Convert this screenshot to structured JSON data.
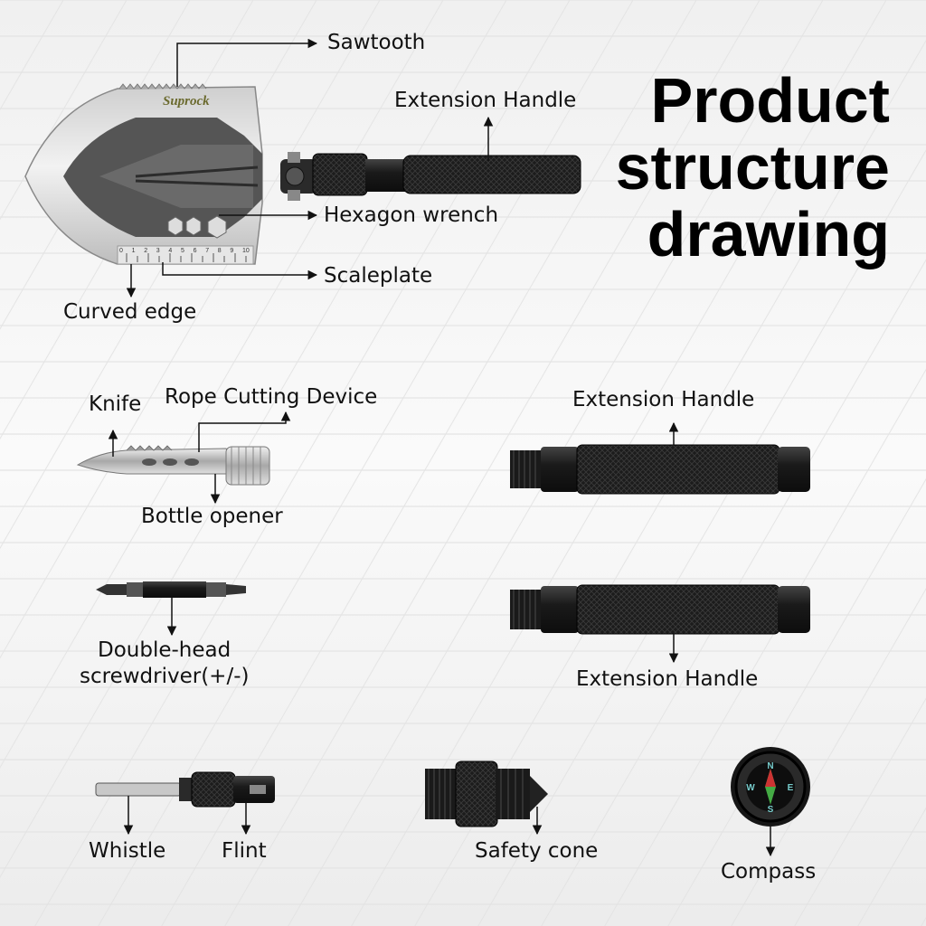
{
  "title": {
    "line1": "Product",
    "line2": "structure",
    "line3": "drawing"
  },
  "brand": "Suprock",
  "scale_numbers": [
    "0",
    "1",
    "2",
    "3",
    "4",
    "5",
    "6",
    "7",
    "8",
    "9",
    "10"
  ],
  "labels": {
    "sawtooth": "Sawtooth",
    "extension_handle_top": "Extension Handle",
    "hexagon_wrench": "Hexagon wrench",
    "scaleplate": "Scaleplate",
    "curved_edge": "Curved edge",
    "knife": "Knife",
    "rope_cutting_device": "Rope Cutting Device",
    "bottle_opener": "Bottle opener",
    "extension_handle_1": "Extension Handle",
    "extension_handle_2": "Extension Handle",
    "screwdriver_line1": "Double-head",
    "screwdriver_line2": "screwdriver(+/-)",
    "whistle": "Whistle",
    "flint": "Flint",
    "safety_cone": "Safety cone",
    "compass": "Compass"
  },
  "compass_letters": [
    "N",
    "E",
    "S",
    "W"
  ],
  "colors": {
    "metal_dark": "#1c1c1c",
    "metal_light": "#d9d9d9",
    "background": "#f4f4f4"
  }
}
